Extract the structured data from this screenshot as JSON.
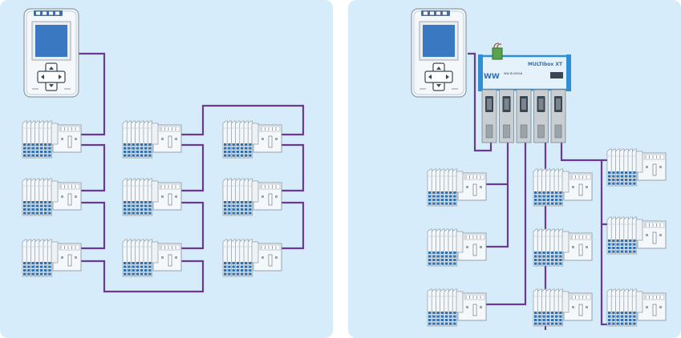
{
  "colors": {
    "background": "#ffffff",
    "panel": "#d6ecfb",
    "cable": "#6b3a8f",
    "device_body": "#f5f8fa",
    "device_stroke": "#8a9aa6",
    "terminal_blue": "#2e6fb0",
    "screen": "#3a78c2",
    "multiplexer_frame": "#2e8fd6",
    "multiplexer_module": "#c9ced2"
  },
  "panels": {
    "left": {
      "name": "daisy-chain-topology"
    },
    "right": {
      "name": "star-topology-multiplexer"
    }
  },
  "multiplexer": {
    "brand": "MULTIbox XT",
    "logo": "WW",
    "label": "WW BUSMAN"
  },
  "icons": [
    "handheld-terminal-icon",
    "io-module-icon",
    "multiplexer-hub-icon"
  ]
}
